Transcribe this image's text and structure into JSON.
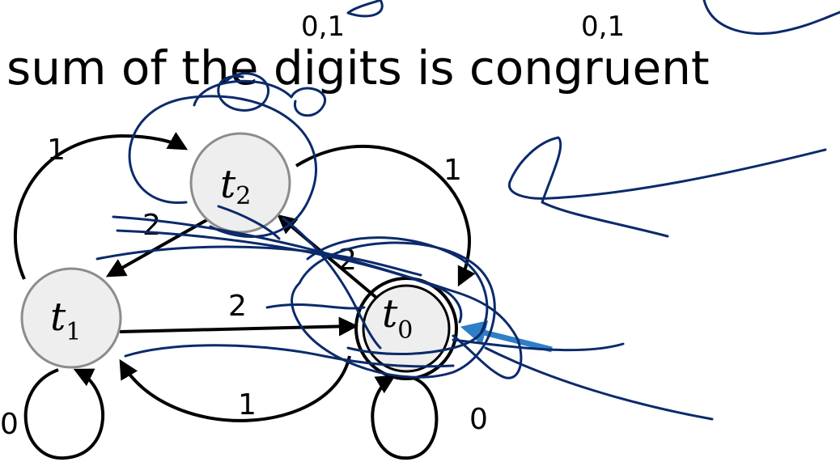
{
  "slide": {
    "heading": "sum of the digits is congruent",
    "top_labels": [
      "0,1",
      "0,1"
    ]
  },
  "automaton": {
    "states": [
      {
        "id": "t2",
        "base": "t",
        "sub": "2",
        "accepting": false,
        "initial": false
      },
      {
        "id": "t1",
        "base": "t",
        "sub": "1",
        "accepting": false,
        "initial": false
      },
      {
        "id": "t0",
        "base": "t",
        "sub": "0",
        "accepting": true,
        "initial": true
      }
    ],
    "transitions": [
      {
        "from": "t1",
        "to": "t2",
        "label": "1"
      },
      {
        "from": "t2",
        "to": "t0",
        "label": "1"
      },
      {
        "from": "t2",
        "to": "t1",
        "label": "2"
      },
      {
        "from": "t0",
        "to": "t2",
        "label": "2"
      },
      {
        "from": "t1",
        "to": "t0",
        "label": "2"
      },
      {
        "from": "t0",
        "to": "t1",
        "label": "1"
      },
      {
        "from": "t1",
        "to": "t1",
        "label": "0"
      },
      {
        "from": "t0",
        "to": "t0",
        "label": "0"
      }
    ]
  },
  "colors": {
    "background": "#ffffff",
    "state_fill": "#eeeeee",
    "state_stroke": "#8c8c8c",
    "edge": "#000000",
    "ink": "#0b2a6b",
    "start_arrow": "#2f7fc6"
  }
}
